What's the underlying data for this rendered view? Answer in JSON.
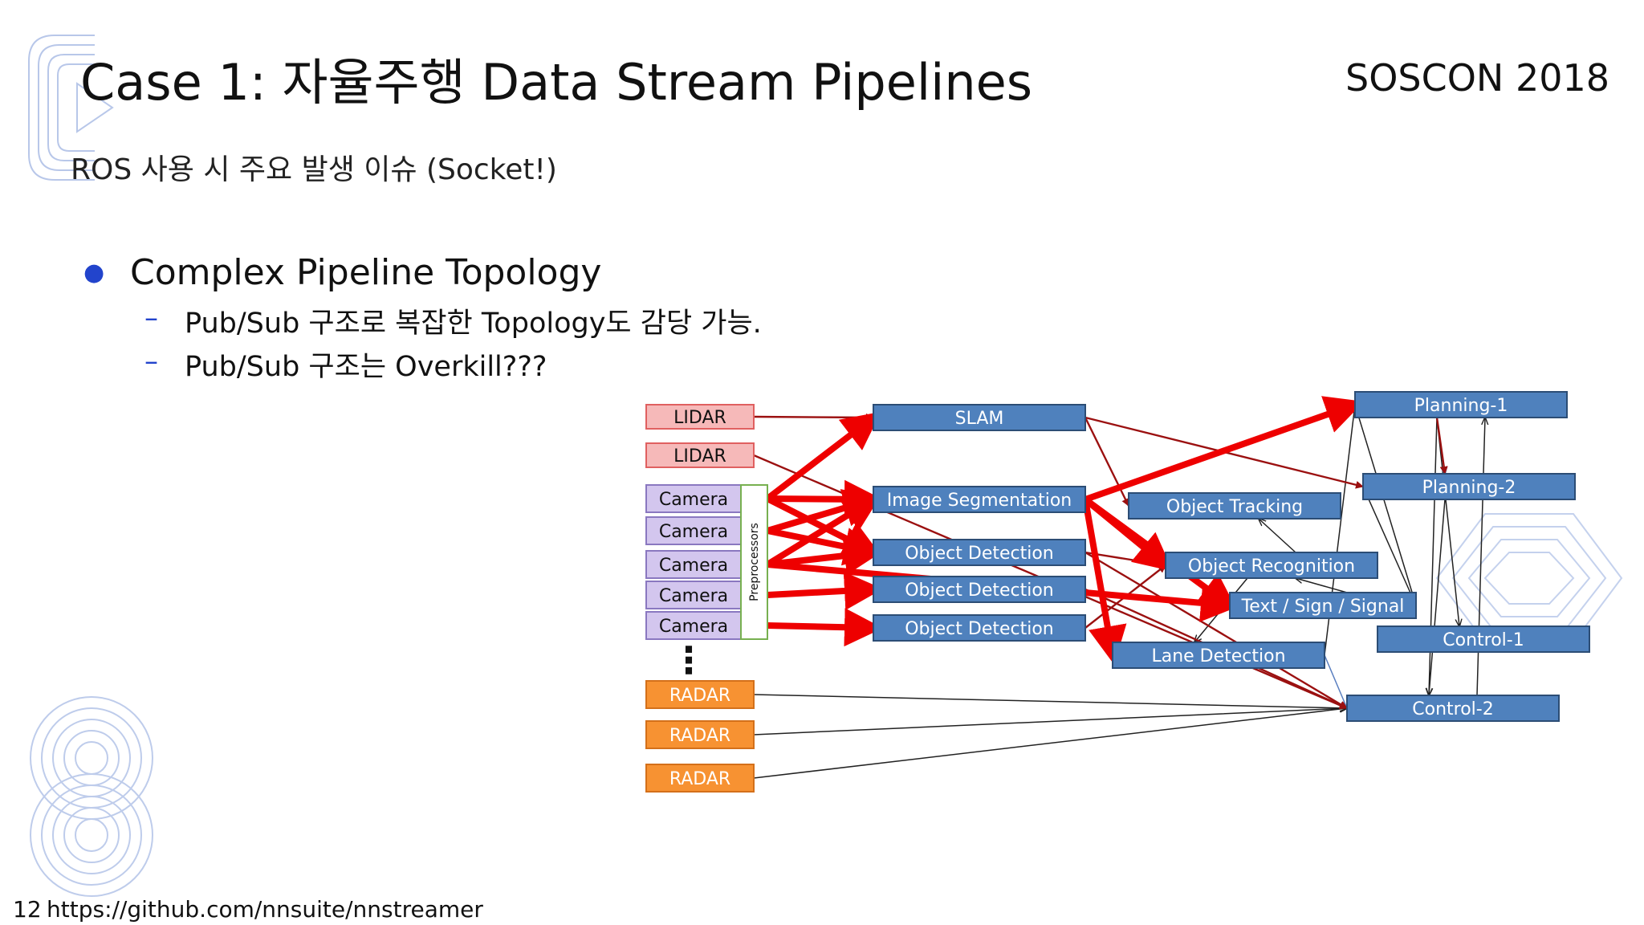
{
  "slide": {
    "title": "Case 1: 자율주행 Data Stream Pipelines",
    "event": "SOSCON 2018",
    "subtitle": "ROS 사용 시 주요 발생 이슈 (Socket!)",
    "bullet": "Complex Pipeline Topology",
    "sub_bullets": [
      "Pub/Sub 구조로 복잡한 Topology도 감당 가능.",
      "Pub/Sub 구조는 Overkill???"
    ],
    "page_number": "12",
    "footer_url": "https://github.com/nnsuite/nnstreamer"
  },
  "diagram": {
    "colors": {
      "lidar_fill": "#f6b9b9",
      "lidar_stroke": "#e06060",
      "camera_fill": "#d3c6ee",
      "camera_stroke": "#8a78c0",
      "radar_fill": "#f79232",
      "radar_stroke": "#d4701a",
      "process_fill": "#4f81bd",
      "process_stroke": "#2c4d75",
      "preproc_stroke": "#77b050",
      "heavy_edge": "#ee0000",
      "thin_edge": "#9b1010",
      "black_edge": "#222222",
      "blue_edge": "#5a7fc0"
    },
    "ellipsis": "⋮",
    "preprocessor_label": "Preprocessors",
    "nodes": [
      {
        "id": "lidar1",
        "label": "LIDAR",
        "kind": "lidar"
      },
      {
        "id": "lidar2",
        "label": "LIDAR",
        "kind": "lidar"
      },
      {
        "id": "cam1",
        "label": "Camera",
        "kind": "camera"
      },
      {
        "id": "cam2",
        "label": "Camera",
        "kind": "camera"
      },
      {
        "id": "cam3",
        "label": "Camera",
        "kind": "camera"
      },
      {
        "id": "cam4",
        "label": "Camera",
        "kind": "camera"
      },
      {
        "id": "cam5",
        "label": "Camera",
        "kind": "camera"
      },
      {
        "id": "radar1",
        "label": "RADAR",
        "kind": "radar"
      },
      {
        "id": "radar2",
        "label": "RADAR",
        "kind": "radar"
      },
      {
        "id": "radar3",
        "label": "RADAR",
        "kind": "radar"
      },
      {
        "id": "slam",
        "label": "SLAM",
        "kind": "process"
      },
      {
        "id": "imgseg",
        "label": "Image Segmentation",
        "kind": "process"
      },
      {
        "id": "od1",
        "label": "Object Detection",
        "kind": "process"
      },
      {
        "id": "od2",
        "label": "Object Detection",
        "kind": "process"
      },
      {
        "id": "od3",
        "label": "Object Detection",
        "kind": "process"
      },
      {
        "id": "track",
        "label": "Object Tracking",
        "kind": "process"
      },
      {
        "id": "recog",
        "label": "Object Recognition",
        "kind": "process"
      },
      {
        "id": "textsign",
        "label": "Text / Sign / Signal",
        "kind": "process"
      },
      {
        "id": "lane",
        "label": "Lane Detection",
        "kind": "process"
      },
      {
        "id": "plan1",
        "label": "Planning-1",
        "kind": "process"
      },
      {
        "id": "plan2",
        "label": "Planning-2",
        "kind": "process"
      },
      {
        "id": "ctrl1",
        "label": "Control-1",
        "kind": "process"
      },
      {
        "id": "ctrl2",
        "label": "Control-2",
        "kind": "process"
      }
    ],
    "edges": [
      {
        "from": "lidar1",
        "to": "slam",
        "style": "thin_red"
      },
      {
        "from": "lidar2",
        "to": "ctrl2",
        "style": "thin_red"
      },
      {
        "from": "pre_cam1",
        "to": "slam",
        "style": "heavy"
      },
      {
        "from": "pre_cam1",
        "to": "imgseg",
        "style": "heavy"
      },
      {
        "from": "pre_cam1",
        "to": "od1",
        "style": "heavy"
      },
      {
        "from": "pre_cam2",
        "to": "imgseg",
        "style": "heavy"
      },
      {
        "from": "pre_cam2",
        "to": "od1",
        "style": "heavy"
      },
      {
        "from": "pre_cam3",
        "to": "imgseg",
        "style": "heavy"
      },
      {
        "from": "pre_cam3",
        "to": "od1",
        "style": "heavy"
      },
      {
        "from": "pre_cam4",
        "to": "od2",
        "style": "heavy"
      },
      {
        "from": "pre_cam5",
        "to": "od3",
        "style": "heavy"
      },
      {
        "from": "pre_cam3",
        "to": "textsign",
        "style": "heavy"
      },
      {
        "from": "imgseg",
        "to": "plan1",
        "style": "heavy"
      },
      {
        "from": "imgseg",
        "to": "recog",
        "style": "heavy"
      },
      {
        "from": "imgseg",
        "to": "lane",
        "style": "heavy"
      },
      {
        "from": "imgseg",
        "to": "textsign",
        "style": "heavy"
      },
      {
        "from": "slam",
        "to": "plan2",
        "style": "thin_red"
      },
      {
        "from": "slam",
        "to": "track",
        "style": "thin_red"
      },
      {
        "from": "od1",
        "to": "recog",
        "style": "thin_red"
      },
      {
        "from": "od1",
        "to": "ctrl2",
        "style": "thin_red"
      },
      {
        "from": "od2",
        "to": "ctrl2",
        "style": "thin_red"
      },
      {
        "from": "od3",
        "to": "recog",
        "style": "thin_red"
      },
      {
        "from": "plan1",
        "to": "plan2",
        "style": "thin_red"
      },
      {
        "from": "radar1",
        "to": "ctrl2",
        "style": "black"
      },
      {
        "from": "radar2",
        "to": "ctrl2",
        "style": "black"
      },
      {
        "from": "radar3",
        "to": "ctrl2",
        "style": "black"
      },
      {
        "from": "recog",
        "to": "track",
        "style": "black"
      },
      {
        "from": "textsign",
        "to": "recog",
        "style": "black"
      },
      {
        "from": "recog",
        "to": "lane",
        "style": "black"
      },
      {
        "from": "lane",
        "to": "plan1",
        "style": "black"
      },
      {
        "from": "textsign",
        "to": "plan1",
        "style": "black"
      },
      {
        "from": "textsign",
        "to": "plan2",
        "style": "black"
      },
      {
        "from": "plan1",
        "to": "ctrl1",
        "style": "black"
      },
      {
        "from": "plan1",
        "to": "ctrl2",
        "style": "black"
      },
      {
        "from": "plan2",
        "to": "ctrl2",
        "style": "black"
      },
      {
        "from": "ctrl2",
        "to": "plan1",
        "style": "black"
      },
      {
        "from": "plan1",
        "to": "plan2",
        "style": "blue"
      },
      {
        "from": "lane",
        "to": "ctrl2",
        "style": "blue"
      }
    ]
  }
}
